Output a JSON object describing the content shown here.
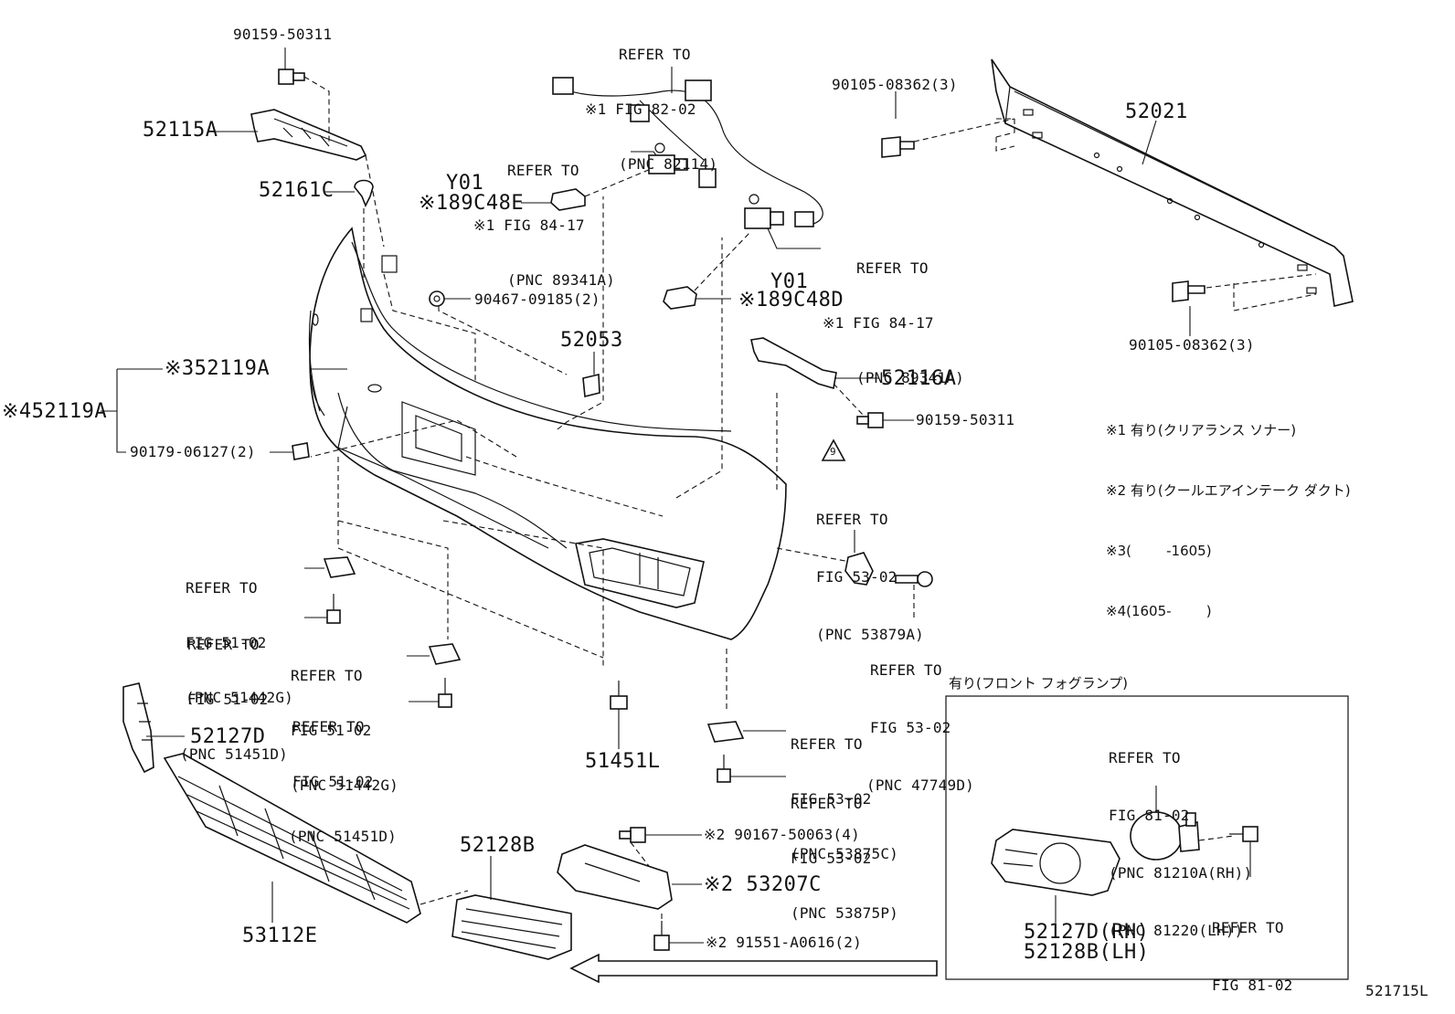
{
  "diagram_id": "521715L",
  "parts": {
    "bolt_top_left": "90159-50311",
    "bracket_left": "52115A",
    "clip_upper": "52161C",
    "cover_assembly": "※352119A",
    "cover_assembly_alt": "※452119A",
    "clip_left": "90179-06127(2)",
    "clip_mid": "90467-09185(2)",
    "retainer": "52053",
    "bracket_right": "52116A",
    "bolt_right": "90159-50311",
    "reinforcement": "52021",
    "bolt_reinf_top": "90105-08362(3)",
    "bolt_reinf_bottom": "90105-08362(3)",
    "cap_upper_code": "Y01",
    "cap_upper_part": "※189C48E",
    "cap_right_code": "Y01",
    "cap_right_part": "※189C48D",
    "screw_center": "51451L",
    "cover_bracket_lh": "52127D",
    "grille": "53112E",
    "cover_bracket_rh": "52128B",
    "bolt_duct": "※2 90167-50063(4)",
    "duct": "※2 53207C",
    "clip_duct": "※2 91551-A0616(2)",
    "fog_cover_rh": "52127D(RH)",
    "fog_cover_lh": "52128B(LH)"
  },
  "refers": {
    "harness": [
      "REFER TO",
      "※1 FIG 82-02",
      "(PNC 82114)"
    ],
    "sensor_upper": [
      "REFER TO",
      "※1 FIG 84-17",
      "(PNC 89341A)"
    ],
    "sensor_right": [
      "REFER TO",
      "※1 FIG 84-17",
      "(PNC 89341A)"
    ],
    "bracket_side": [
      "REFER TO",
      "FIG 53-02",
      "(PNC 53879A)"
    ],
    "clip_side": [
      "REFER TO",
      "FIG 53-02",
      "(PNC 47749D)"
    ],
    "nut_left_1": [
      "REFER TO",
      "FIG 51-02",
      "(PNC 51442G)"
    ],
    "bolt_left_1": [
      "REFER TO",
      "FIG 51-02",
      "(PNC 51451D)"
    ],
    "nut_left_2": [
      "REFER TO",
      "FIG 51-02",
      "(PNC 51442G)"
    ],
    "bolt_left_2": [
      "REFER TO",
      "FIG 51-02",
      "(PNC 51451D)"
    ],
    "nut_right": [
      "REFER TO",
      "FIG 53-02",
      "(PNC 53875C)"
    ],
    "bolt_right": [
      "REFER TO",
      "FIG 53-02",
      "(PNC 53875P)"
    ],
    "fog_lamp": [
      "REFER TO",
      "FIG 81-02",
      "(PNC 81210A(RH))",
      "(PNC 81220(LH))"
    ],
    "fog_screw": [
      "REFER TO",
      "FIG 81-02"
    ]
  },
  "warning_symbol": "9",
  "notes": [
    "※1 有り(クリアランス ソナー)",
    "※2 有り(クールエアインテーク ダクト)",
    "※3(        -1605)",
    "※4(1605-        )"
  ],
  "fog_section_title": "有り(フロント フォグランプ)"
}
